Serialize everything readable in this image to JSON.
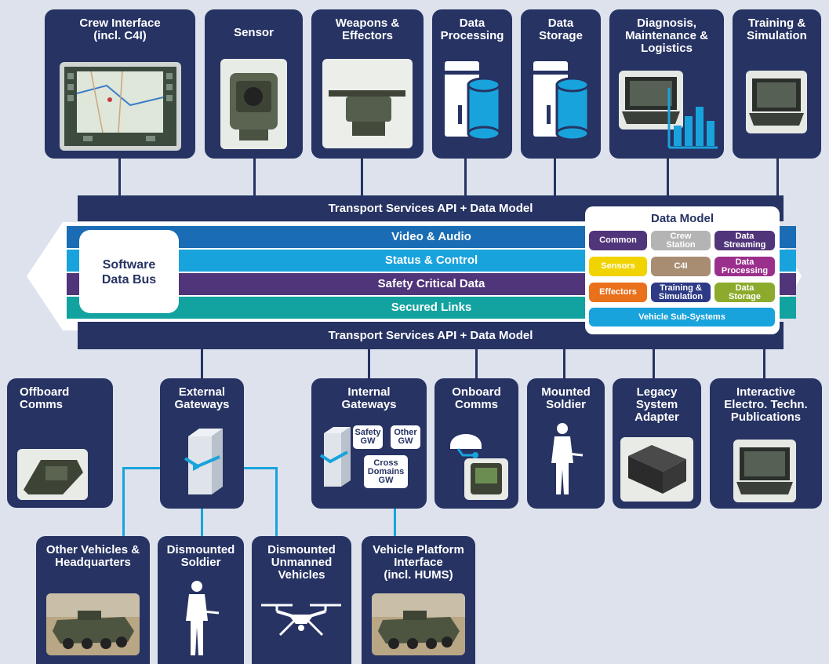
{
  "top_boxes": {
    "crew": "Crew Interface\n(incl. C4I)",
    "sensor": "Sensor",
    "weapons": "Weapons &\nEffectors",
    "processing": "Data\nProcessing",
    "storage": "Data\nStorage",
    "diagnosis": "Diagnosis,\nMaintenance &\nLogistics",
    "training": "Training &\nSimulation"
  },
  "bus": {
    "transport_top": "Transport Services API + Data Model",
    "transport_bottom": "Transport Services API + Data Model",
    "software_data_bus": "Software\nData Bus",
    "layers": [
      "Video & Audio",
      "Status & Control",
      "Safety Critical Data",
      "Secured Links"
    ]
  },
  "data_model": {
    "title": "Data Model",
    "chips": [
      "Common",
      "Crew\nStation",
      "Data\nStreaming",
      "Sensors",
      "C4I",
      "Data\nProcessing",
      "Effectors",
      "Training &\nSimulation",
      "Data\nStorage"
    ],
    "vehicle": "Vehicle Sub-Systems"
  },
  "bottom_boxes": {
    "offboard": "Offboard\nComms",
    "external": "External\nGateways",
    "internal": "Internal\nGateways",
    "onboard": "Onboard\nComms",
    "mounted": "Mounted\nSoldier",
    "legacy": "Legacy\nSystem\nAdapter",
    "ietp": "Interactive\nElectro. Techn.\nPublications"
  },
  "gateway_chips": {
    "safety": "Safety\nGW",
    "other": "Other\nGW",
    "cross": "Cross\nDomains\nGW"
  },
  "lower_boxes": {
    "other_vehicles": "Other Vehicles &\nHeadquarters",
    "dismounted_soldier": "Dismounted\nSoldier",
    "unmanned": "Dismounted\nUnmanned\nVehicles",
    "platform": "Vehicle Platform\nInterface\n(incl. HUMS)"
  },
  "colors": {
    "navy": "#263363",
    "video": "#1a6db4",
    "status": "#19a3dc",
    "safety": "#51357a",
    "secured": "#12a3a0",
    "connector": "#19a3dc"
  }
}
